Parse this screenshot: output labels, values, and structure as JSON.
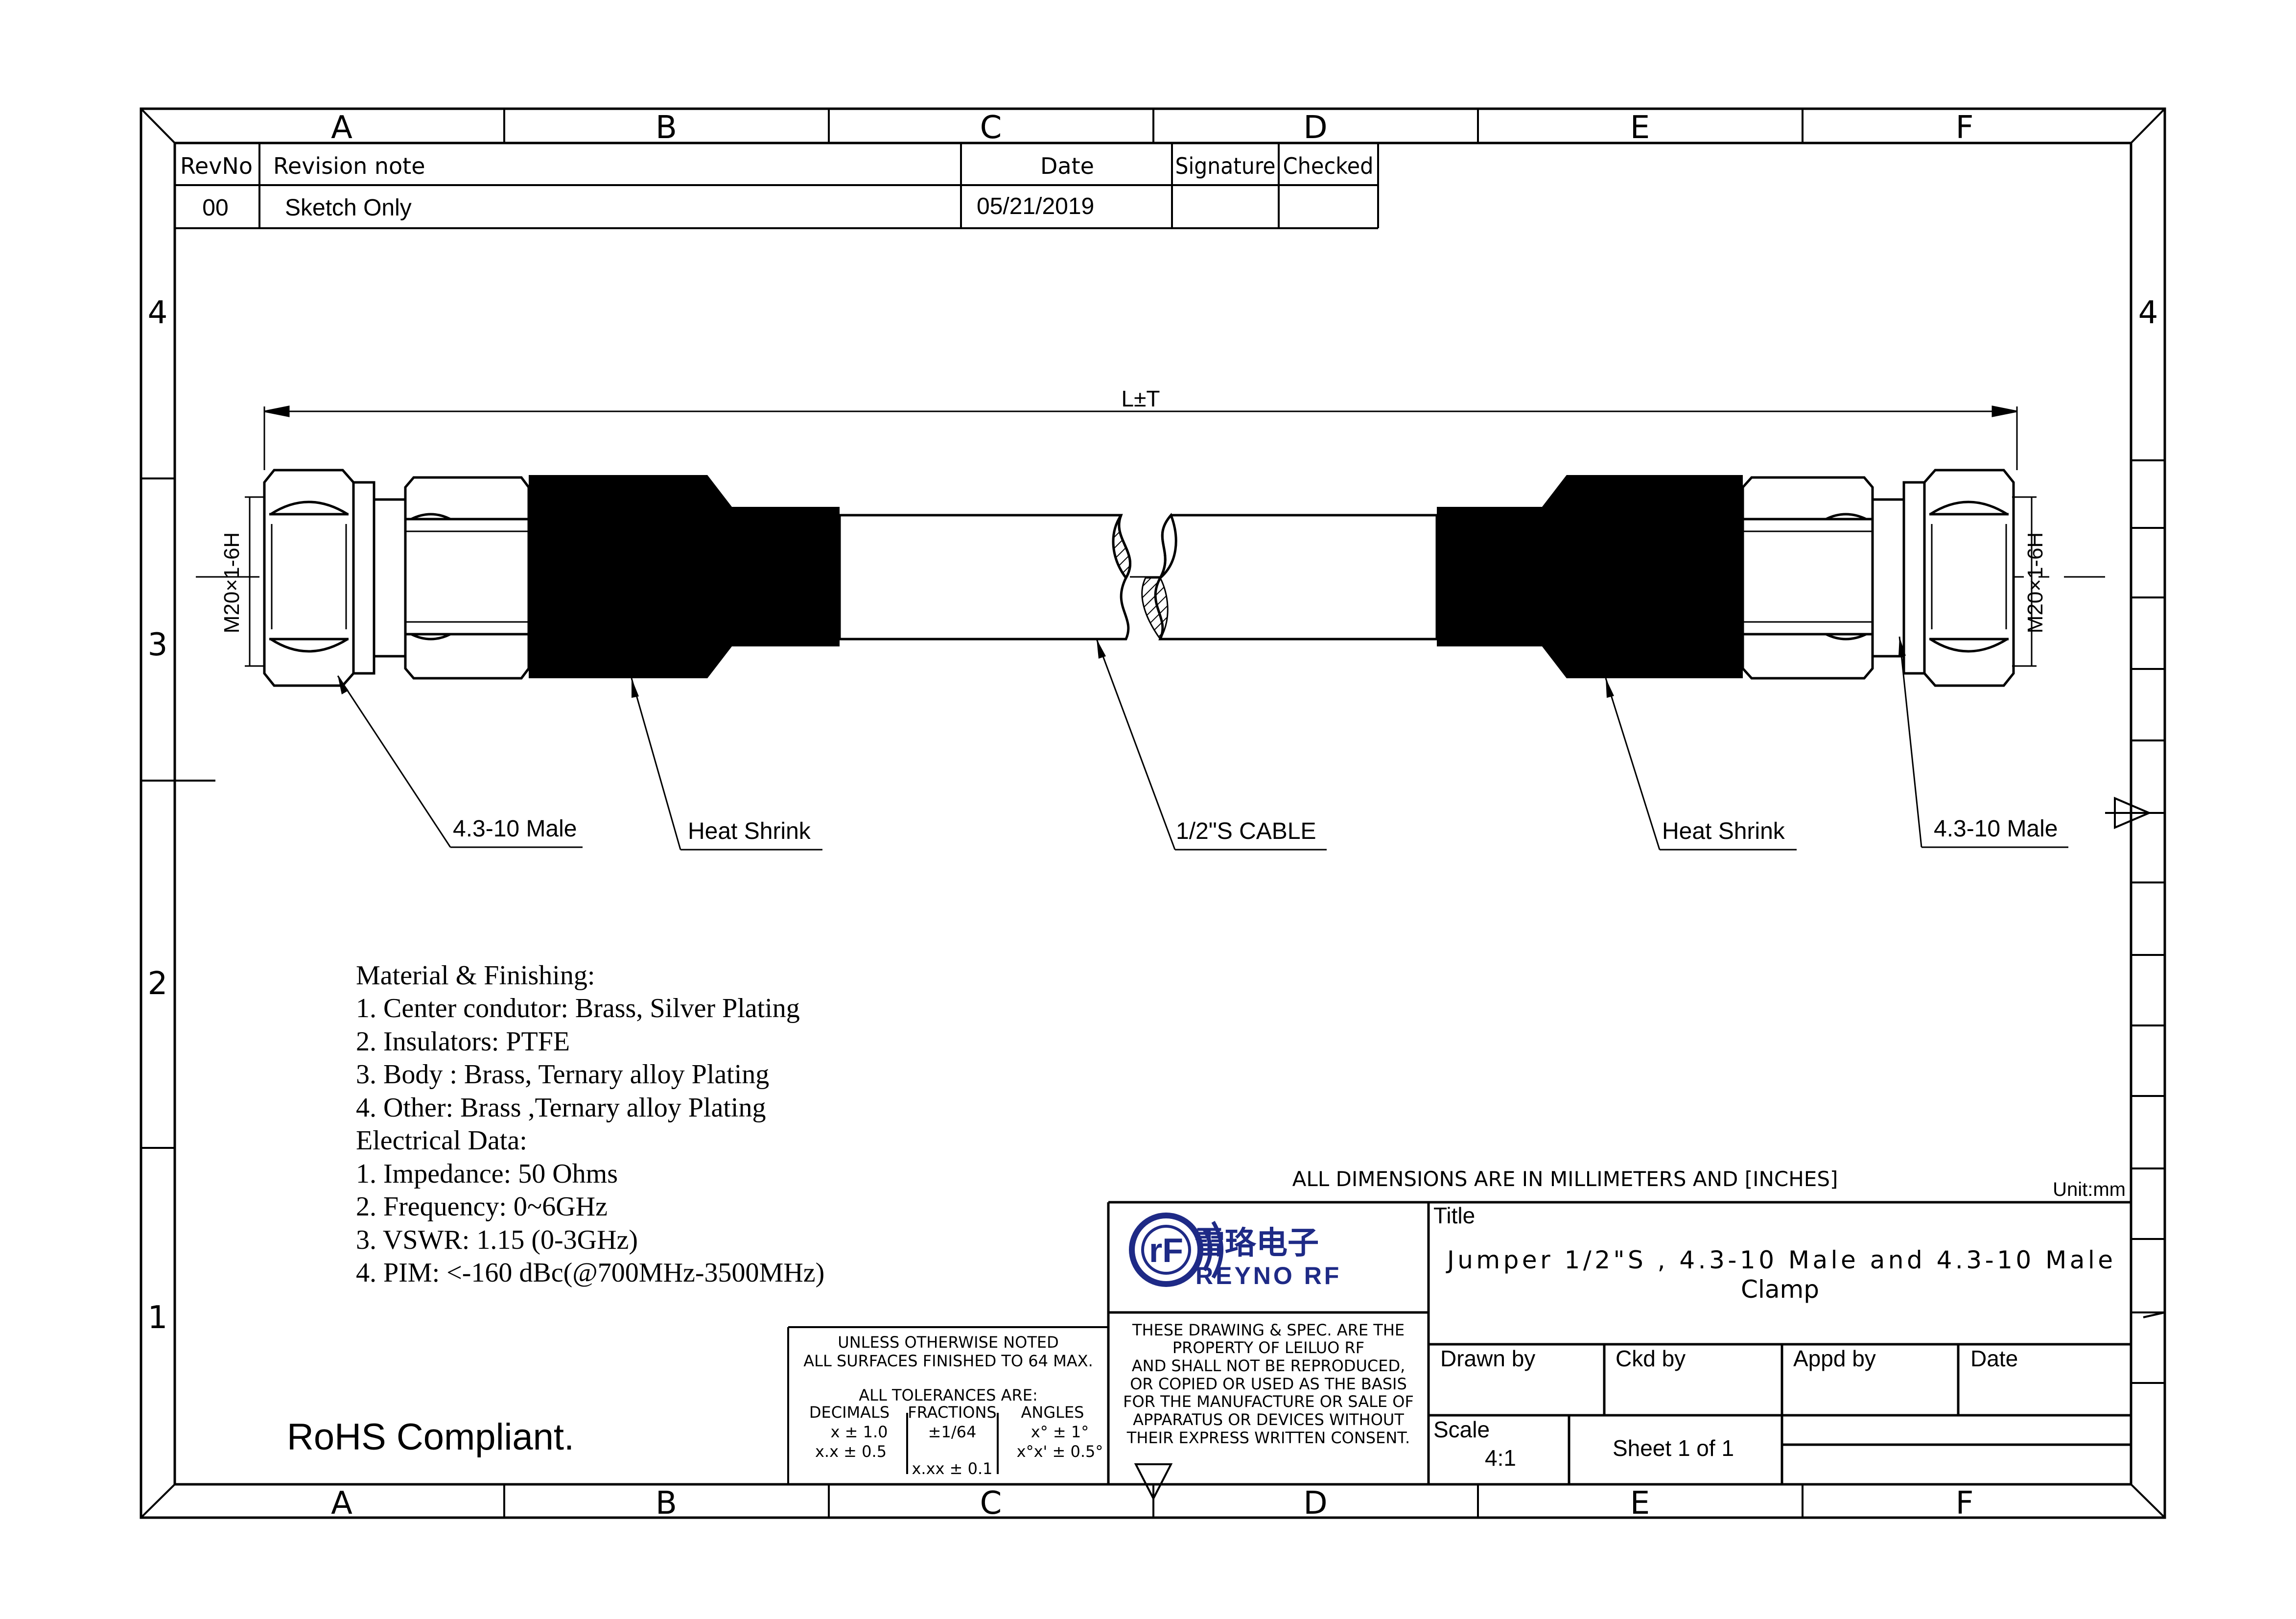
{
  "frame": {
    "columns": [
      "A",
      "B",
      "C",
      "D",
      "E",
      "F"
    ],
    "rows": [
      "4",
      "3",
      "2",
      "1"
    ]
  },
  "revision": {
    "headers": [
      "RevNo",
      "Revision note",
      "Date",
      "Signature",
      "Checked"
    ],
    "rows": [
      {
        "rev": "00",
        "note": "Sketch Only",
        "date": "05/21/2019",
        "signature": "",
        "checked": ""
      }
    ]
  },
  "drawing": {
    "length_dim": "L±T",
    "thread_left": "M20×1-6H",
    "thread_right": "M20×1-6H",
    "callouts": {
      "male_left": "4.3-10 Male",
      "shrink_left": "Heat Shrink",
      "cable": "1/2\"S CABLE",
      "shrink_right": "Heat Shrink",
      "male_right": "4.3-10 Male"
    }
  },
  "notes": {
    "lines": [
      "Material & Finishing:",
      "1. Center condutor: Brass, Silver Plating",
      "2. Insulators: PTFE",
      "3. Body : Brass, Ternary alloy  Plating",
      "4. Other: Brass ,Ternary alloy Plating",
      "Electrical Data:",
      "1. Impedance: 50 Ohms",
      "2. Frequency: 0~6GHz",
      "3. VSWR:  1.15 (0-3GHz)",
      "4. PIM: <-160 dBc(@700MHz-3500MHz)"
    ],
    "rohs": "RoHS Compliant."
  },
  "tolerance": {
    "line1": "UNLESS OTHERWISE NOTED",
    "line2": "ALL SURFACES FINISHED TO 64 MAX.",
    "line3": "ALL TOLERANCES ARE:",
    "decimals_label": "DECIMALS",
    "decimals_1": "x  ±  1.0",
    "decimals_2": "x.x  ±  0.5",
    "fractions_label": "FRACTIONS",
    "fractions_1": "±1/64",
    "fractions_2": "x.xx  ±  0.1",
    "angles_label": "ANGLES",
    "angles_1": "x°  ±  1°",
    "angles_2": "x°x'  ±  0.5°"
  },
  "titleblock": {
    "dims_note": "ALL DIMENSIONS ARE IN MILLIMETERS AND [INCHES]",
    "unit": "Unit:mm",
    "logo_cn": "雷珞电子",
    "logo_en": "REYNO RF",
    "property_lines": [
      "THESE DRAWING & SPEC. ARE THE",
      "PROPERTY OF LEILUO RF",
      "AND SHALL NOT BE REPRODUCED,",
      "OR COPIED OR USED AS THE BASIS",
      "FOR THE MANUFACTURE OR SALE OF",
      "APPARATUS OR DEVICES WITHOUT",
      "THEIR EXPRESS WRITTEN CONSENT."
    ],
    "title_label": "Title",
    "title_line1": "Jumper 1/2\"S , 4.3-10 Male and 4.3-10 Male",
    "title_line2": "Clamp",
    "drawn_by": "Drawn by",
    "ckd_by": "Ckd by",
    "appd_by": "Appd by",
    "date_label": "Date",
    "scale_label": "Scale",
    "scale_value": "4:1",
    "sheet": "Sheet 1 of 1"
  },
  "colors": {
    "line": "#000000",
    "logo_blue": "#1e2a86",
    "background": "#ffffff"
  }
}
